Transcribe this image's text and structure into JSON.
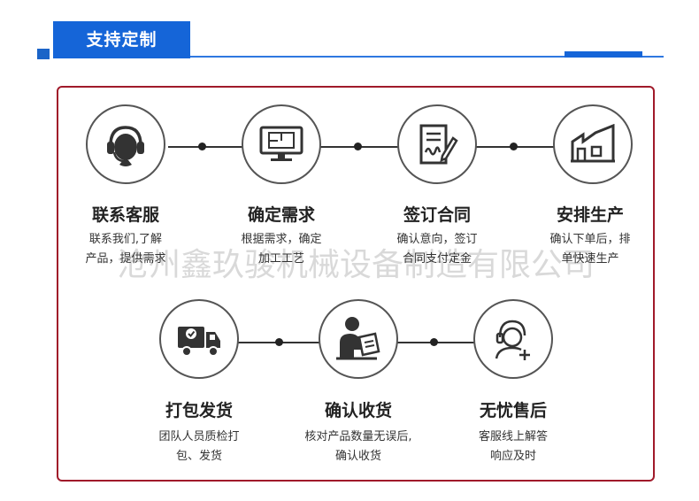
{
  "header": {
    "title": "支持定制"
  },
  "watermark": "沧州鑫玖骏机械设备制造有限公司",
  "steps": [
    {
      "title": "联系客服",
      "desc1": "联系我们,了解",
      "desc2": "产品，提供需求",
      "icon": "headset-icon"
    },
    {
      "title": "确定需求",
      "desc1": "根据需求，确定",
      "desc2": "加工工艺",
      "icon": "monitor-icon"
    },
    {
      "title": "签订合同",
      "desc1": "确认意向，签订",
      "desc2": "合同支付定金",
      "icon": "contract-icon"
    },
    {
      "title": "安排生产",
      "desc1": "确认下单后，排",
      "desc2": "单快速生产",
      "icon": "factory-icon"
    },
    {
      "title": "打包发货",
      "desc1": "团队人员质检打",
      "desc2": "包、发货",
      "icon": "truck-icon"
    },
    {
      "title": "确认收货",
      "desc1": "核对产品数量无误后,",
      "desc2": "确认收货",
      "icon": "receive-icon"
    },
    {
      "title": "无忧售后",
      "desc1": "客服线上解答",
      "desc2": "响应及时",
      "icon": "service-icon"
    }
  ],
  "colors": {
    "accent": "#1565d8",
    "frame": "#a01a2a",
    "icon": "#333333"
  }
}
